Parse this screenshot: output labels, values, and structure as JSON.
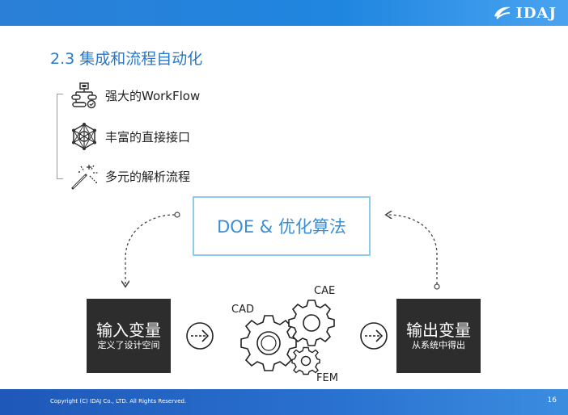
{
  "header": {
    "logo_text": "IDAJ"
  },
  "slide": {
    "title": "2.3 集成和流程自动化",
    "features": [
      {
        "label": "强大的WorkFlow",
        "icon": "workflow-icon"
      },
      {
        "label": "丰富的直接接口",
        "icon": "network-icon"
      },
      {
        "label": "多元的解析流程",
        "icon": "magic-wand-icon"
      }
    ],
    "doe_label": "DOE & 优化算法",
    "input": {
      "title": "输入变量",
      "subtitle": "定义了设计空间"
    },
    "output": {
      "title": "输出变量",
      "subtitle": "从系统中得出"
    },
    "gear_labels": {
      "cad": "CAD",
      "cae": "CAE",
      "fem": "FEM"
    }
  },
  "footer": {
    "copyright": "Copyright (C) IDAJ Co., LTD. All Rights Reserved.",
    "page_number": "16"
  },
  "colors": {
    "accent": "#2a78c8",
    "box_border": "#8ccbea",
    "dark_box": "#2d2d2d"
  }
}
